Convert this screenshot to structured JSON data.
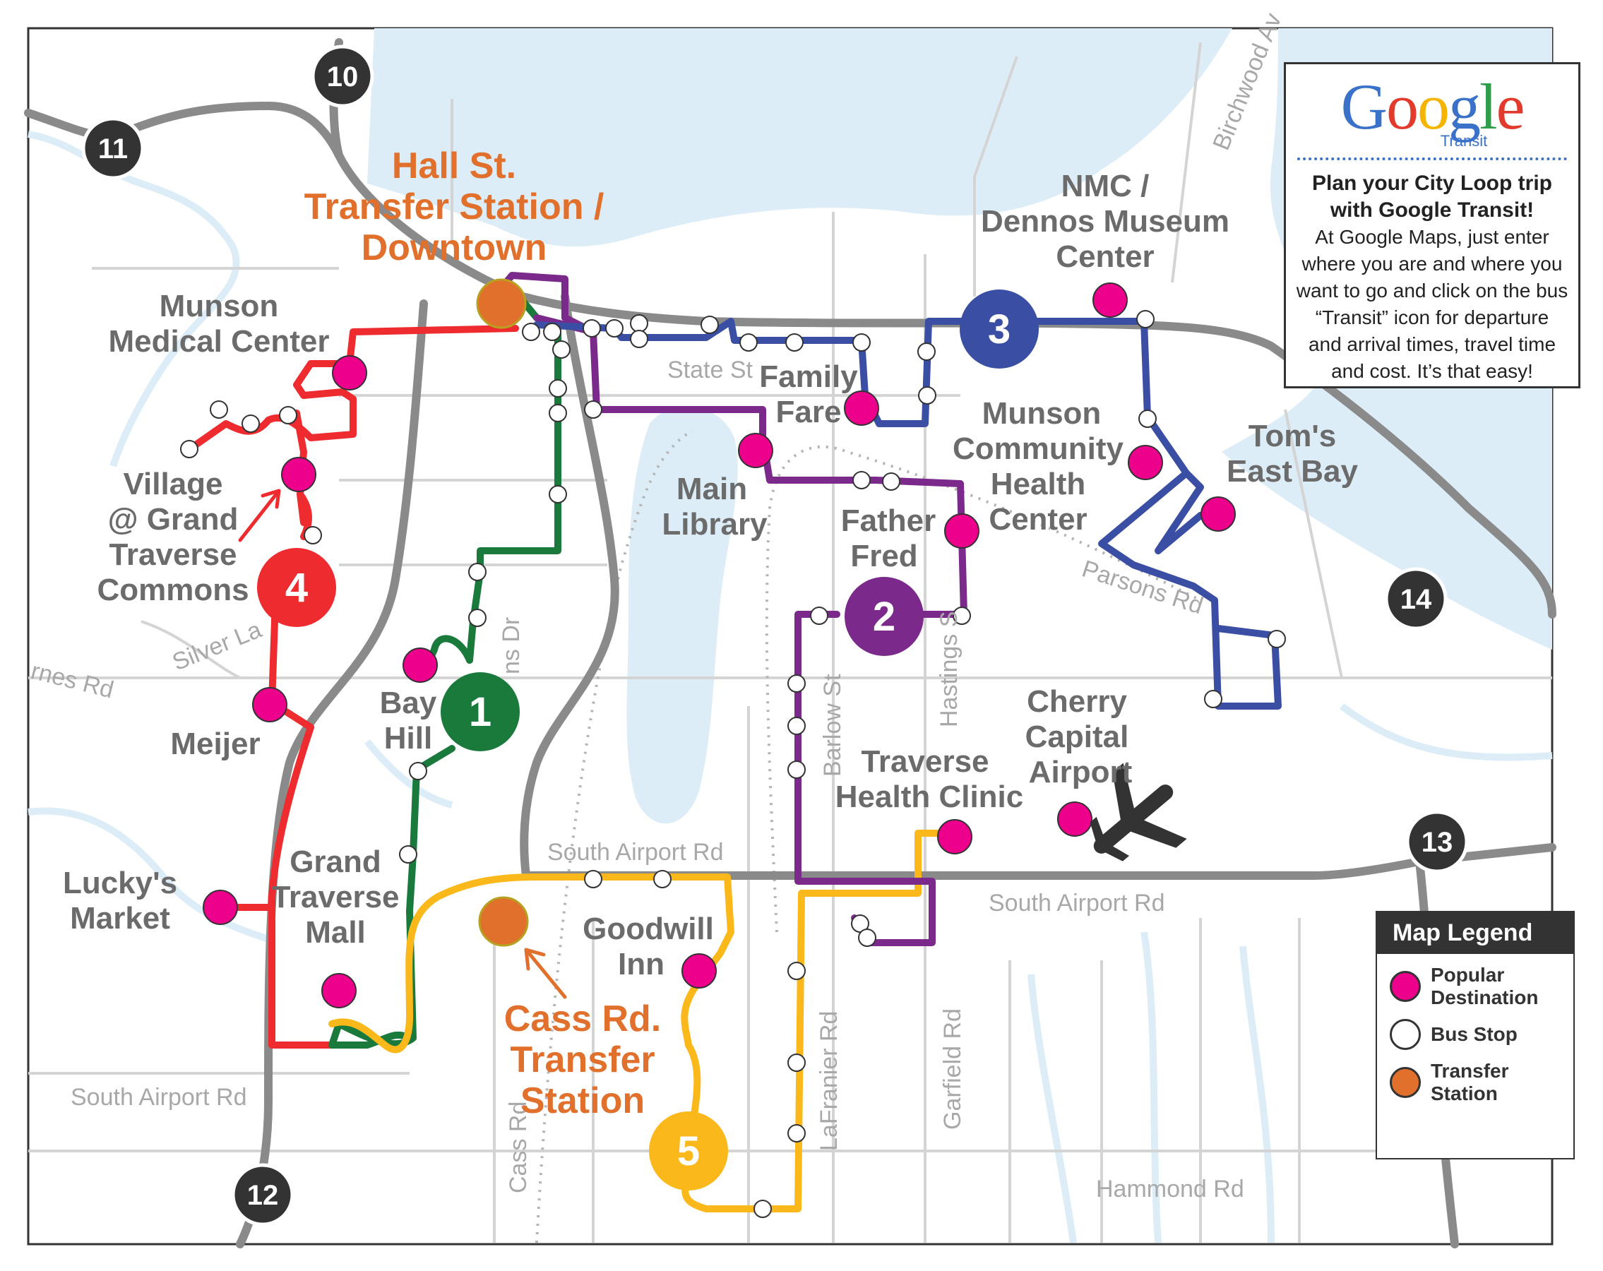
{
  "colors": {
    "route1": "#1a7a3c",
    "route2": "#7b2a8c",
    "route3": "#3a4fa3",
    "route4": "#ee2b2f",
    "route5": "#fbb81b",
    "destination": "#ec008c",
    "transfer": "#e0702c",
    "water": "#dcedf7",
    "road": "#8a8a8a",
    "minor_road": "#d4d4d4"
  },
  "transfer_stations": {
    "hall": [
      "Hall St.",
      "Transfer Station /",
      "Downtown"
    ],
    "cass": [
      "Cass Rd.",
      "Transfer",
      "Station"
    ]
  },
  "routes": [
    "1",
    "2",
    "3",
    "4",
    "5"
  ],
  "highways": [
    "10",
    "11",
    "12",
    "13",
    "14"
  ],
  "places": {
    "munson_medical": [
      "Munson",
      "Medical Center"
    ],
    "village": [
      "Village",
      "@ Grand",
      "Traverse",
      "Commons"
    ],
    "meijer": [
      "Meijer"
    ],
    "luckys": [
      "Lucky's",
      "Market"
    ],
    "gt_mall": [
      "Grand",
      "Traverse",
      "Mall"
    ],
    "bay_hill": [
      "Bay",
      "Hill"
    ],
    "main_library": [
      "Main",
      "Library"
    ],
    "family_fare": [
      "Family",
      "Fare"
    ],
    "father_fred": [
      "Father",
      "Fred"
    ],
    "nmc": [
      "NMC /",
      "Dennos Museum",
      "Center"
    ],
    "munson_community": [
      "Munson",
      "Community",
      "Health",
      "Center"
    ],
    "toms": [
      "Tom's",
      "East Bay"
    ],
    "cherry_capital": [
      "Cherry",
      "Capital",
      "Airport"
    ],
    "traverse_health": [
      "Traverse",
      "Health Clinic"
    ],
    "goodwill": [
      "Goodwill",
      "Inn"
    ]
  },
  "streets": {
    "state": "State St",
    "south_airport_mid": "South Airport Rd",
    "south_airport_right": "South Airport Rd",
    "south_airport_left": "South Airport Rd",
    "hammond": "Hammond Rd",
    "parsons": "Parsons Rd",
    "silver": "Silver La",
    "barnes": "rnes Rd",
    "barlow": "Barlow St",
    "hastings": "Hastings S",
    "lafranier": "LaFranier Rd",
    "garfield": "Garfield Rd",
    "cass": "Cass Rd",
    "birchwood": "Birchwood Av",
    "dr": "ns Dr"
  },
  "google": {
    "logo_letters": [
      "G",
      "o",
      "o",
      "g",
      "l",
      "e"
    ],
    "logo_colors": [
      "#3a72c9",
      "#e23b2e",
      "#f4b400",
      "#3a72c9",
      "#2f9d4b",
      "#e23b2e"
    ],
    "subtitle": "Transit",
    "heading": [
      "Plan your City Loop trip",
      "with Google Transit!"
    ],
    "body": [
      "At Google Maps, just enter",
      "where you are and where you",
      "want to go and click on the bus",
      "“Transit” icon for departure",
      "and arrival times, travel time",
      "and cost. It’s that easy!"
    ]
  },
  "legend": {
    "title": "Map Legend",
    "items": [
      {
        "label": [
          "Popular",
          "Destination"
        ],
        "color": "#ec008c"
      },
      {
        "label": [
          "Bus Stop"
        ],
        "color": "#ffffff"
      },
      {
        "label": [
          "Transfer",
          "Station"
        ],
        "color": "#e0702c"
      }
    ]
  }
}
